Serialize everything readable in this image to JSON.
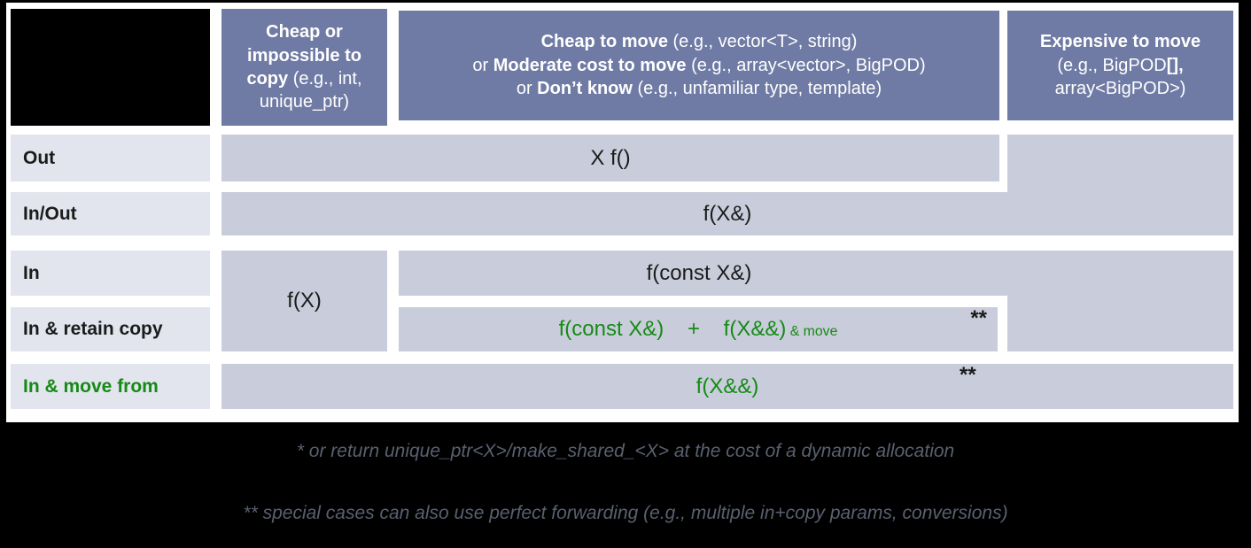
{
  "colors": {
    "page_bg": "#000000",
    "canvas_bg": "#ffffff",
    "header_bg": "#6F7BA4",
    "cell_bg": "#C9CDDB",
    "rowheader_bg": "#E2E5ED",
    "text_dark": "#1B1B1B",
    "green": "#168A16",
    "footnote": "#59606F"
  },
  "headers": {
    "cheap_copy": [
      {
        "text": "Cheap or",
        "bold": true
      },
      {
        "br": true
      },
      {
        "text": "impossible to",
        "bold": true
      },
      {
        "br": true
      },
      {
        "text": "copy",
        "bold": true
      },
      {
        "text": " (e.g., int,"
      },
      {
        "br": true
      },
      {
        "text": "unique_ptr)"
      }
    ],
    "cheap_move": [
      {
        "text": "Cheap to move",
        "bold": true
      },
      {
        "text": " (e.g., vector<T>, string)"
      },
      {
        "br": true
      },
      {
        "text": "or "
      },
      {
        "text": "Moderate cost to move",
        "bold": true
      },
      {
        "text": " (e.g., array<vector>, BigPOD)"
      },
      {
        "br": true
      },
      {
        "text": "or "
      },
      {
        "text": "Don’t know",
        "bold": true
      },
      {
        "text": " (e.g., unfamiliar type, template)"
      }
    ],
    "expensive_move": [
      {
        "text": "Expensive to move",
        "bold": true
      },
      {
        "br": true
      },
      {
        "text": "(e.g., BigPOD"
      },
      {
        "text": "[],",
        "bold": true
      },
      {
        "br": true
      },
      {
        "text": "array<BigPOD>)"
      }
    ]
  },
  "row_labels": {
    "out": "Out",
    "inout": "In/Out",
    "in": "In",
    "retain": "In & retain copy",
    "movefrom": "In & move from"
  },
  "cells": {
    "out_return": "X f()",
    "inout_ref": "f(X&)",
    "in_value": "f(X)",
    "in_constref": "f(const X&)",
    "retain_combo": [
      {
        "text": "f(const X&)    +    f(X&&)"
      },
      {
        "text": " & move",
        "small": true
      }
    ],
    "retain_marker": "**",
    "movefrom_rref": "f(X&&)",
    "movefrom_marker": "**"
  },
  "footnotes": {
    "single": "* or return unique_ptr<X>/make_shared_<X> at the cost of a dynamic allocation",
    "double": "** special cases can also use perfect forwarding (e.g., multiple in+copy params, conversions)"
  }
}
